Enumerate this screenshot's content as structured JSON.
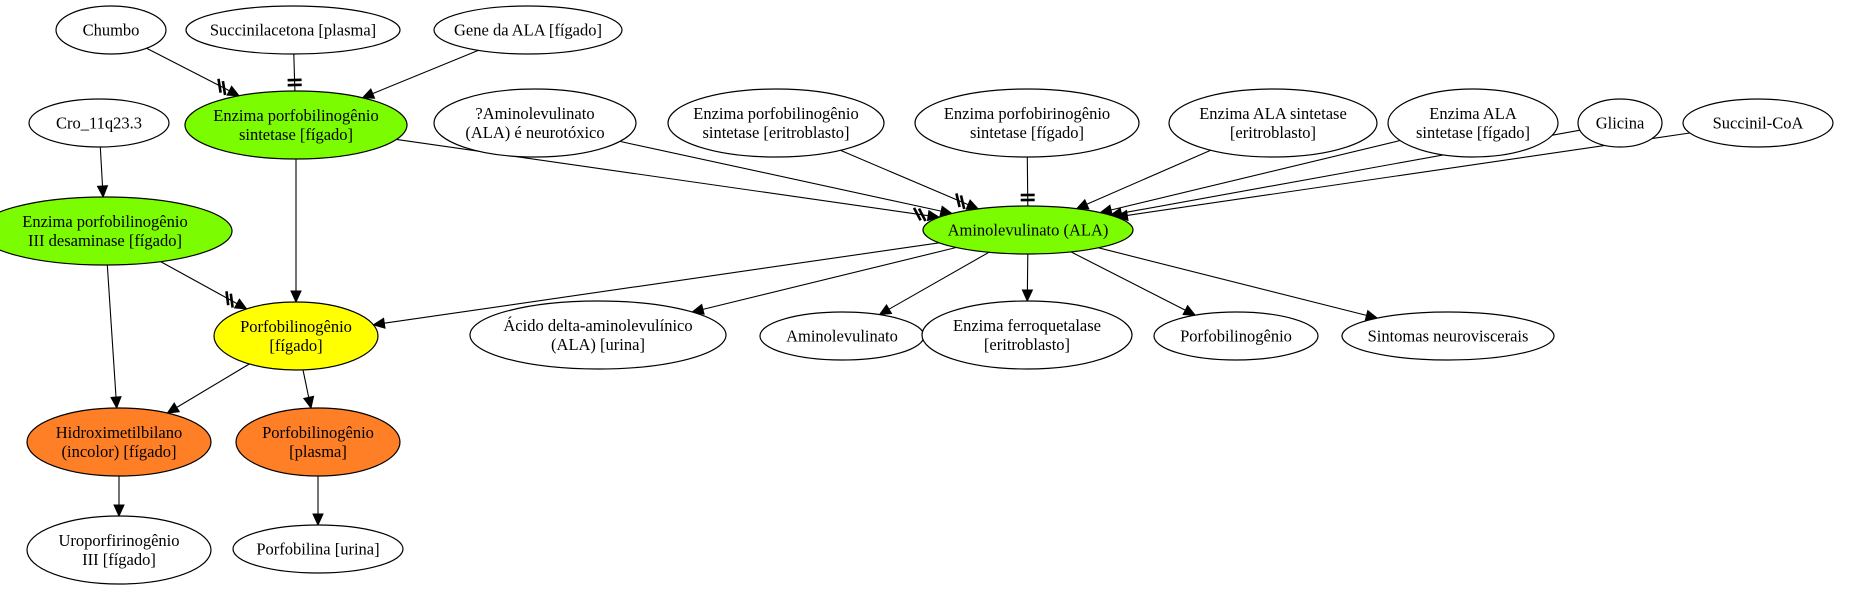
{
  "colors": {
    "background": "#ffffff",
    "green": "#7cfc00",
    "yellow": "#ffff00",
    "orange": "#ff7f27",
    "white": "#ffffff",
    "stroke": "#000000"
  },
  "nodes": [
    {
      "id": "chumbo",
      "lines": [
        "Chumbo"
      ],
      "fill": "white"
    },
    {
      "id": "succinilacetona",
      "lines": [
        "Succinilacetona [plasma]"
      ],
      "fill": "white"
    },
    {
      "id": "gene_ala",
      "lines": [
        "Gene da ALA [fígado]"
      ],
      "fill": "white"
    },
    {
      "id": "cro",
      "lines": [
        "Cro_11q23.3"
      ],
      "fill": "white"
    },
    {
      "id": "pbg_sintetase_figado",
      "lines": [
        "Enzima porfobilinogênio",
        "sintetase [fígado]"
      ],
      "fill": "green"
    },
    {
      "id": "ala_neurotoxico",
      "lines": [
        "?Aminolevulinato",
        "(ALA) é neurotóxico"
      ],
      "fill": "white"
    },
    {
      "id": "pbg_sintetase_eritro",
      "lines": [
        "Enzima porfobilinogênio",
        "sintetase [eritroblasto]"
      ],
      "fill": "white"
    },
    {
      "id": "porfobirinogenio_sintetase",
      "lines": [
        "Enzima porfobirinogênio",
        "sintetase [fígado]"
      ],
      "fill": "white"
    },
    {
      "id": "ala_sintetase_eritro",
      "lines": [
        "Enzima ALA sintetase",
        "[eritroblasto]"
      ],
      "fill": "white"
    },
    {
      "id": "ala_sintetase_figado",
      "lines": [
        "Enzima ALA",
        "sintetase [fígado]"
      ],
      "fill": "white"
    },
    {
      "id": "glicina",
      "lines": [
        "Glicina"
      ],
      "fill": "white"
    },
    {
      "id": "succinil_coa",
      "lines": [
        "Succinil-CoA"
      ],
      "fill": "white"
    },
    {
      "id": "pbg_desaminase",
      "lines": [
        "Enzima porfobilinogênio",
        "III desaminase [fígado]"
      ],
      "fill": "green"
    },
    {
      "id": "ala",
      "lines": [
        "Aminolevulinato (ALA)"
      ],
      "fill": "green"
    },
    {
      "id": "pbg_figado",
      "lines": [
        "Porfobilinogênio",
        "[fígado]"
      ],
      "fill": "yellow"
    },
    {
      "id": "acido_ala_urina",
      "lines": [
        "Ácido delta-aminolevulínico",
        "(ALA) [urina]"
      ],
      "fill": "white"
    },
    {
      "id": "aminolevulinato",
      "lines": [
        "Aminolevulinato"
      ],
      "fill": "white"
    },
    {
      "id": "ferroquetalase",
      "lines": [
        "Enzima ferroquetalase",
        "[eritroblasto]"
      ],
      "fill": "white"
    },
    {
      "id": "porfobilinogenio",
      "lines": [
        "Porfobilinogênio"
      ],
      "fill": "white"
    },
    {
      "id": "sintomas",
      "lines": [
        "Sintomas neuroviscerais"
      ],
      "fill": "white"
    },
    {
      "id": "hidroximetilbilano",
      "lines": [
        "Hidroximetilbilano",
        "(incolor) [fígado]"
      ],
      "fill": "orange"
    },
    {
      "id": "pbg_plasma",
      "lines": [
        "Porfobilinogênio",
        "[plasma]"
      ],
      "fill": "orange"
    },
    {
      "id": "uroporfirinogenio",
      "lines": [
        "Uroporfirinogênio",
        "III [fígado]"
      ],
      "fill": "white"
    },
    {
      "id": "porfobilina_urina",
      "lines": [
        "Porfobilina [urina]"
      ],
      "fill": "white"
    }
  ],
  "edges": [
    {
      "from": "chumbo",
      "to": "pbg_sintetase_figado",
      "type": "inhibit-arrow"
    },
    {
      "from": "succinilacetona",
      "to": "pbg_sintetase_figado",
      "type": "inhibit"
    },
    {
      "from": "gene_ala",
      "to": "pbg_sintetase_figado",
      "type": "arrow"
    },
    {
      "from": "cro",
      "to": "pbg_desaminase",
      "type": "arrow"
    },
    {
      "from": "pbg_sintetase_figado",
      "to": "ala",
      "type": "inhibit-arrow"
    },
    {
      "from": "pbg_sintetase_figado",
      "to": "pbg_figado",
      "type": "arrow"
    },
    {
      "from": "ala_neurotoxico",
      "to": "ala",
      "type": "arrow"
    },
    {
      "from": "pbg_sintetase_eritro",
      "to": "ala",
      "type": "inhibit-arrow"
    },
    {
      "from": "porfobirinogenio_sintetase",
      "to": "ala",
      "type": "inhibit"
    },
    {
      "from": "ala_sintetase_eritro",
      "to": "ala",
      "type": "arrow"
    },
    {
      "from": "ala_sintetase_figado",
      "to": "ala",
      "type": "arrow"
    },
    {
      "from": "glicina",
      "to": "ala",
      "type": "arrow"
    },
    {
      "from": "succinil_coa",
      "to": "ala",
      "type": "arrow"
    },
    {
      "from": "pbg_desaminase",
      "to": "hidroximetilbilano",
      "type": "arrow"
    },
    {
      "from": "pbg_desaminase",
      "to": "pbg_figado",
      "type": "inhibit-arrow"
    },
    {
      "from": "ala",
      "to": "pbg_figado",
      "type": "arrow"
    },
    {
      "from": "ala",
      "to": "acido_ala_urina",
      "type": "arrow"
    },
    {
      "from": "ala",
      "to": "aminolevulinato",
      "type": "arrow"
    },
    {
      "from": "ala",
      "to": "ferroquetalase",
      "type": "arrow"
    },
    {
      "from": "ala",
      "to": "porfobilinogenio",
      "type": "arrow"
    },
    {
      "from": "ala",
      "to": "sintomas",
      "type": "arrow"
    },
    {
      "from": "pbg_figado",
      "to": "hidroximetilbilano",
      "type": "arrow"
    },
    {
      "from": "pbg_figado",
      "to": "pbg_plasma",
      "type": "arrow"
    },
    {
      "from": "hidroximetilbilano",
      "to": "uroporfirinogenio",
      "type": "arrow"
    },
    {
      "from": "pbg_plasma",
      "to": "porfobilina_urina",
      "type": "arrow"
    }
  ]
}
